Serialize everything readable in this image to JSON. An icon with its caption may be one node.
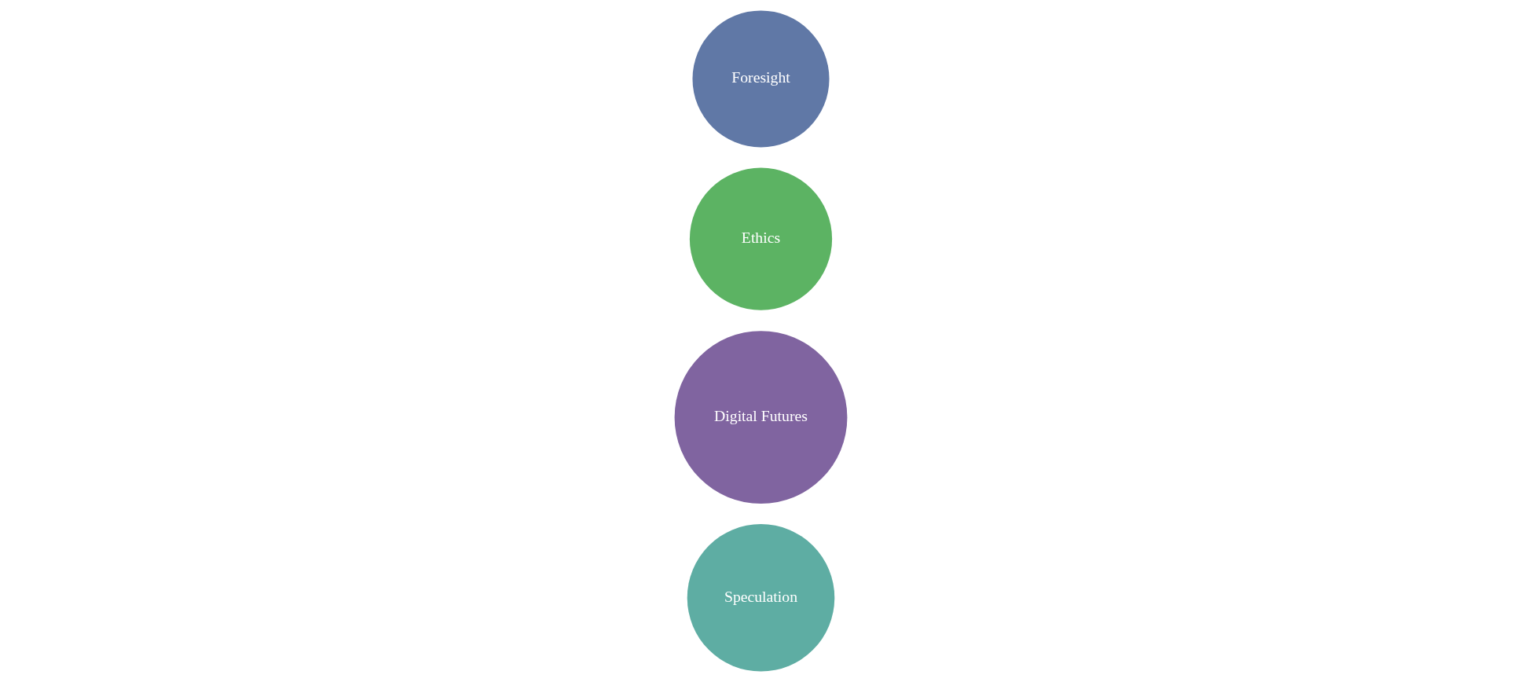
{
  "diagram": {
    "nodes": [
      {
        "text": [
          "Speculation"
        ]
      },
      {
        "text": [
          "Digital Futures"
        ]
      },
      {
        "text": [
          "Foresight"
        ]
      },
      {
        "text": [
          "Ethics"
        ]
      }
    ]
  }
}
